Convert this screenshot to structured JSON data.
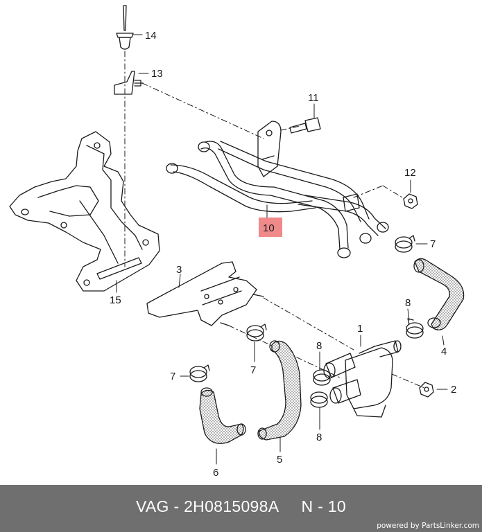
{
  "diagram": {
    "callouts": [
      "1",
      "2",
      "3",
      "4",
      "5",
      "6",
      "7",
      "7",
      "7",
      "8",
      "8",
      "8",
      "10",
      "11",
      "12",
      "13",
      "14",
      "15"
    ],
    "highlighted_callout": "10",
    "highlight_color": "#f08a8a"
  },
  "footer": {
    "brand_prefix": "VAG",
    "part_number": "2H0815098A",
    "position_label": "N - 10",
    "title": "VAG - 2H0815098A     N - 10",
    "powered_by": "powered by PartsLinker.com",
    "background_color": "#6f6f6f"
  }
}
